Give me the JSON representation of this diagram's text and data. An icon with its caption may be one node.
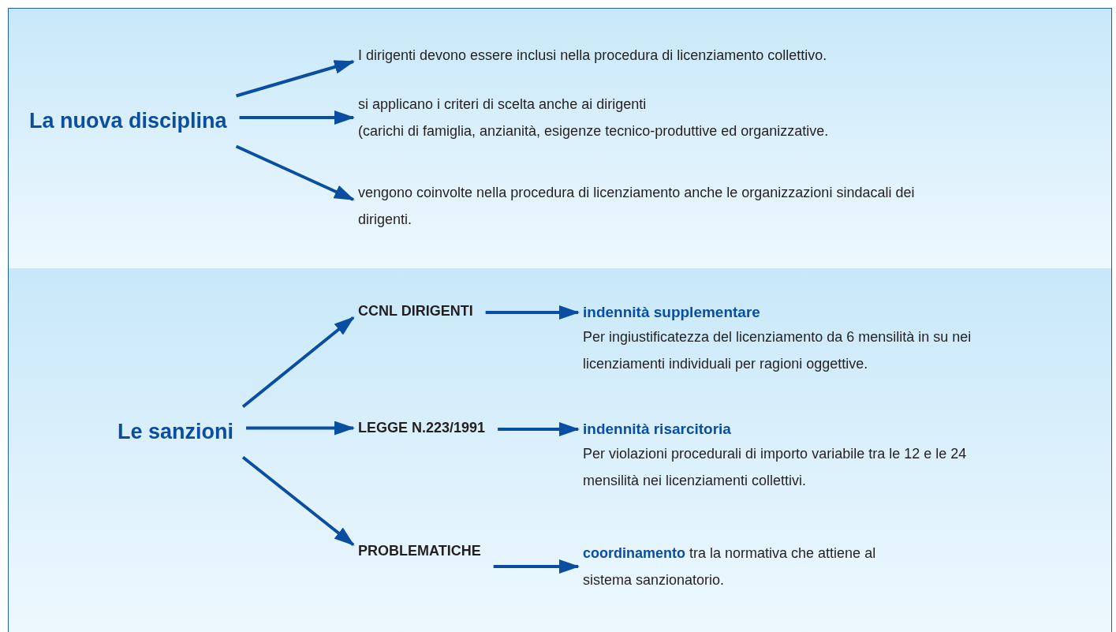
{
  "diagram": {
    "nodes": [
      {
        "text": [],
        "shape": "box"
      },
      {
        "text": [
          "La nuova disciplina"
        ],
        "in": 0
      },
      {
        "text": [
          "I dirigenti devono essere inclusi nella procedura di licenziamento collettivo."
        ],
        "in": 0
      },
      {
        "text": [
          "si applicano i criteri di scelta anche ai dirigenti",
          "(carichi di famiglia, anzianità, esigenze tecnico-produttive ed organizzative."
        ],
        "in": 0
      },
      {
        "text": [
          "vengono coinvolte nella procedura di licenziamento anche le organizzazioni sindacali dei dirigenti."
        ],
        "in": 0
      },
      {
        "text": [],
        "shape": "box"
      },
      {
        "text": [
          "Le sanzioni"
        ],
        "in": 5
      },
      {
        "text": [
          "CCNL DIRIGENTI"
        ],
        "in": 5
      },
      {
        "text": [
          "LEGGE N.223/1991"
        ],
        "in": 5
      },
      {
        "text": [
          "PROBLEMATICHE"
        ],
        "in": 5
      },
      {
        "text": [
          "indennità supplementare",
          "Per ingiustificatezza del licenziamento da 6 mensilità in su nei licenziamenti individuali per ragioni oggettive."
        ],
        "in": 5
      },
      {
        "text": [
          "indennità risarcitoria",
          "Per violazioni procedurali di importo variabile tra le 12 e le 24 mensilità nei licenziamenti collettivi."
        ],
        "in": 5
      },
      {
        "text": [
          "**coordinamento** tra la normativa che attiene al sistema sanzionatorio."
        ],
        "in": 5
      }
    ],
    "edges": [
      {
        "from": 1,
        "to": 2,
        "arrow": "to"
      },
      {
        "from": 1,
        "to": 3,
        "arrow": "to"
      },
      {
        "from": 1,
        "to": 4,
        "arrow": "to"
      },
      {
        "from": 6,
        "to": 7,
        "arrow": "to"
      },
      {
        "from": 6,
        "to": 8,
        "arrow": "to"
      },
      {
        "from": 6,
        "to": 9,
        "arrow": "to"
      },
      {
        "from": 7,
        "to": 10,
        "arrow": "to"
      },
      {
        "from": 8,
        "to": 11,
        "arrow": "to"
      },
      {
        "from": 9,
        "to": 12,
        "arrow": "to"
      }
    ]
  }
}
